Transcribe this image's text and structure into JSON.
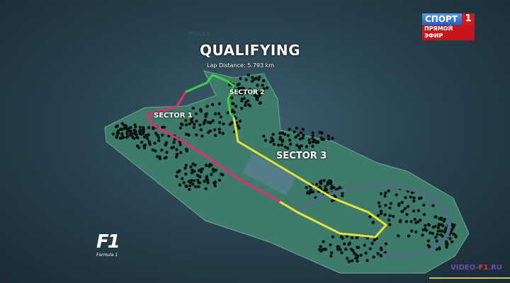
{
  "overlay": {
    "circuit": "Monza",
    "title": "QUALIFYING",
    "lap_distance": "Lap Distance: 5.793 km",
    "sectors": [
      "SECTOR 1",
      "SECTOR 2",
      "SECTOR 3"
    ],
    "sector_colors": {
      "sector1": "#e0306a",
      "sector2": "#3ed24a",
      "sector3": "#e6e03a"
    }
  },
  "channel_logo": {
    "name": "СПОРТ",
    "number": "1",
    "status": "ПРЯМОЙ ЭФИР"
  },
  "f1_logo": {
    "mark": "F1",
    "text": "Formula 1"
  },
  "watermark": {
    "part1": "VIDEO-",
    "part2": "F1",
    "part3": ".RU"
  }
}
